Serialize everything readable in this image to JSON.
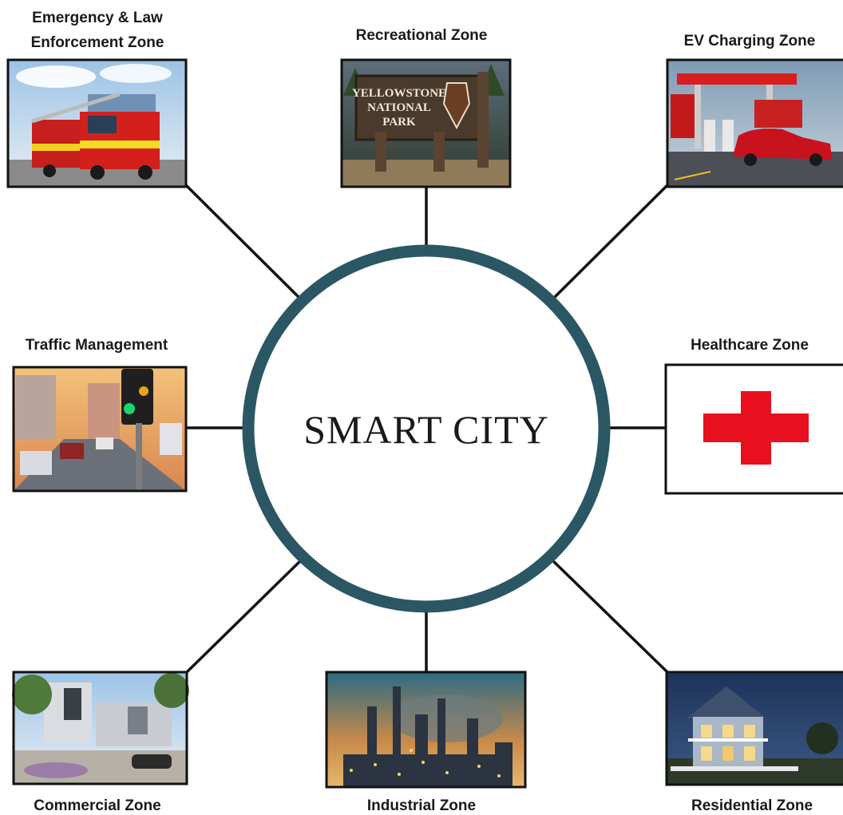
{
  "center": {
    "label": "SMART CITY",
    "ring_color": "#2a5763"
  },
  "zones": [
    {
      "id": "emergency",
      "label_lines": [
        "Emergency & Law",
        "Enforcement Zone"
      ],
      "icon": "fire-truck-photo"
    },
    {
      "id": "recreational",
      "label_lines": [
        "Recreational Zone"
      ],
      "icon": "national-park-sign-photo",
      "sign_lines": [
        "YELLOWSTONE",
        "NATIONAL",
        "PARK"
      ]
    },
    {
      "id": "ev",
      "label_lines": [
        "EV Charging Zone"
      ],
      "icon": "ev-charging-station-photo"
    },
    {
      "id": "traffic",
      "label_lines": [
        "Traffic Management"
      ],
      "icon": "traffic-light-photo"
    },
    {
      "id": "healthcare",
      "label_lines": [
        "Healthcare Zone"
      ],
      "icon": "red-cross-icon",
      "cross_color": "#e8101e"
    },
    {
      "id": "commercial",
      "label_lines": [
        "Commercial Zone"
      ],
      "icon": "shopping-center-photo"
    },
    {
      "id": "industrial",
      "label_lines": [
        "Industrial Zone"
      ],
      "icon": "refinery-photo"
    },
    {
      "id": "residential",
      "label_lines": [
        "Residential Zone"
      ],
      "icon": "house-photo"
    }
  ]
}
